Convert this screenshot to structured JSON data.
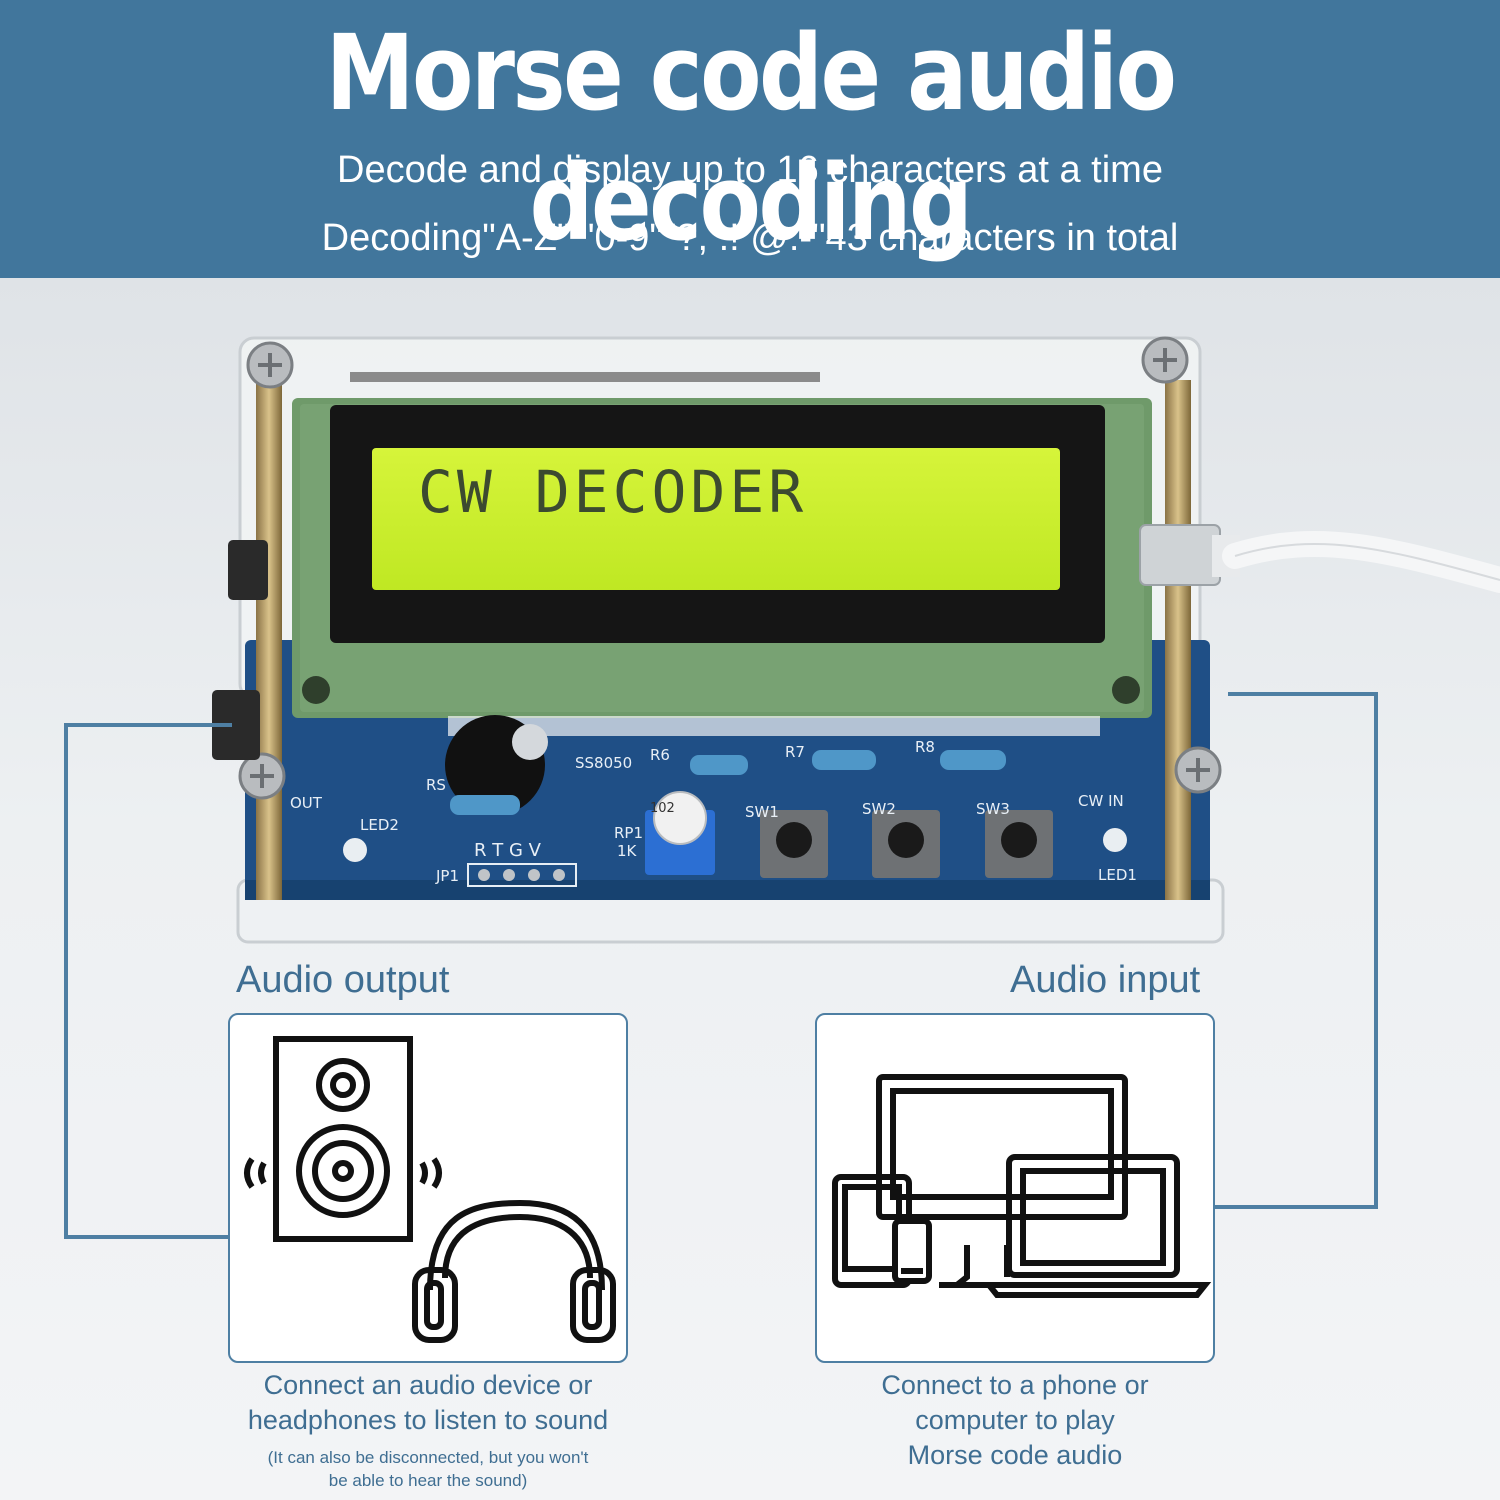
{
  "header": {
    "title": "Morse code audio decoding",
    "subtitle_1": "Decode and display up to 16 characters at a time",
    "subtitle_2": "Decoding\"A-Z\" \"0-9\"\"?, .! @:-\"43 characters in total"
  },
  "device": {
    "lcd_text": "CW DECODER",
    "board_labels": {
      "transistor": "SS8050",
      "r6": "R6",
      "r7": "R7",
      "r8": "R8",
      "rp1": "RP1",
      "rp1_value": "1K",
      "jp1": "JP1",
      "pins": "R T G V",
      "sw1": "SW1",
      "sw2": "SW2",
      "sw3": "SW3",
      "led1": "LED1",
      "led2": "LED2",
      "out": "OUT",
      "cw_in": "CW IN",
      "rs": "RS",
      "pot_code": "102"
    },
    "colors": {
      "lcd": "#c8f02a",
      "pcb": "#1f4f86",
      "bezel": "#151515"
    }
  },
  "audio_output": {
    "label": "Audio output",
    "caption_1": "Connect an audio device or",
    "caption_2": "headphones to listen to sound",
    "note_1": "(It can also be disconnected, but you won't",
    "note_2": "be able to hear the sound)",
    "icons": [
      "speaker-icon",
      "headphones-icon"
    ]
  },
  "audio_input": {
    "label": "Audio input",
    "caption_1": "Connect to a phone or",
    "caption_2": "computer to play",
    "caption_3": "Morse code audio",
    "icons": [
      "monitor-icon",
      "laptop-icon",
      "tablet-icon",
      "phone-icon"
    ]
  },
  "colors": {
    "banner": "#41769c",
    "accent": "#3f6e92",
    "connector_line": "#4e7fa3"
  }
}
